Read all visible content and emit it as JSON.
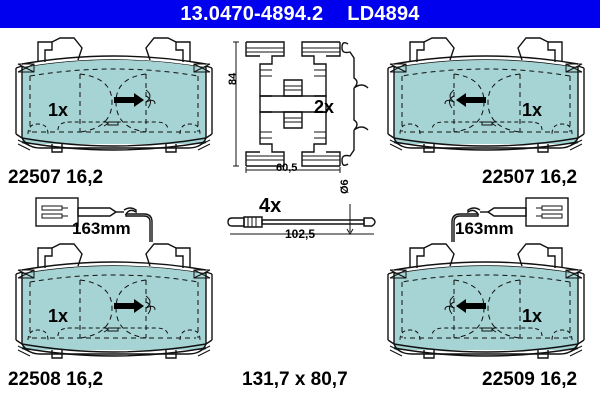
{
  "header": {
    "part_number": "13.0470-4894.2",
    "catalog_code": "LD4894",
    "background_color": "#0000ee",
    "text_color": "#ffffff"
  },
  "colors": {
    "pad_fill": "#a6d3d4",
    "line": "#111111",
    "accent": "#0000ee"
  },
  "pads": {
    "top_left": {
      "quantity": "1x",
      "part_label": "22507 16,2",
      "orientation": "left",
      "has_sensor": false
    },
    "top_right": {
      "quantity": "1x",
      "part_label": "22507 16,2",
      "orientation": "right",
      "has_sensor": false
    },
    "bottom_left": {
      "quantity": "1x",
      "part_label": "22508 16,2",
      "orientation": "left",
      "has_sensor": true,
      "sensor_length": "163mm"
    },
    "bottom_right": {
      "quantity": "1x",
      "part_label": "22509 16,2",
      "orientation": "right",
      "has_sensor": true,
      "sensor_length": "163mm"
    }
  },
  "bracket": {
    "quantity": "2x",
    "height_dimension": "84",
    "width_dimension": "60,5"
  },
  "pin": {
    "quantity": "4x",
    "length_dimension": "102,5",
    "diameter_dimension": "Ø6"
  },
  "overall_dimension": "131,7 x 80,7",
  "icons": {
    "arrow": "arrow-icon",
    "connector": "wire-connector-icon",
    "spring": "spring-clip-icon"
  }
}
